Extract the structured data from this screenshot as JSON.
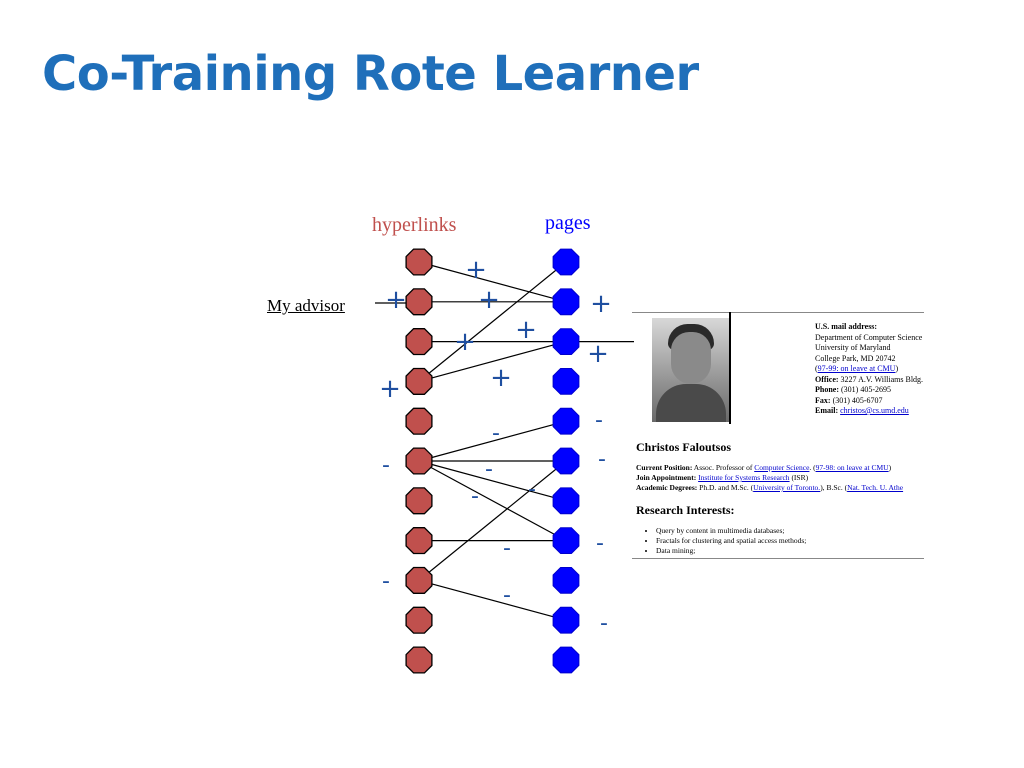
{
  "slide": {
    "title": "Co-Training Rote Learner"
  },
  "diagram": {
    "hyperlinks_label": "hyperlinks",
    "pages_label": "pages",
    "advisor_link": "My advisor",
    "hyperlink_color": "#c0504d",
    "page_color": "#0000ff",
    "hyperlink_count": 11,
    "page_count": 11,
    "sign_color": "#1f4fa0",
    "positive_label": "+",
    "negative_label": "-"
  },
  "homepage": {
    "address_heading": "U.S. mail address:",
    "address_lines": [
      "Department of Computer Science",
      "University of Maryland",
      "College Park, MD 20742"
    ],
    "address_link": "97-99: on leave at CMU",
    "office_label": "Office:",
    "office": "3227 A.V. Williams Bldg.",
    "phone_label": "Phone:",
    "phone": "(301) 405-2695",
    "fax_label": "Fax:",
    "fax": "(301) 405-6707",
    "email_label": "Email:",
    "email": "christos@cs.umd.edu",
    "name": "Christos Faloutsos",
    "position_label": "Current Position:",
    "position_text": "Assoc. Professor of",
    "position_link": "Computer Science",
    "position_link2": "97-98: on leave at CMU",
    "joint_label": "Join Appointment:",
    "joint_link": "Institute for Systems Research",
    "joint_suffix": "(ISR)",
    "degrees_label": "Academic Degrees:",
    "degrees_text": "Ph.D. and M.Sc.",
    "degrees_link": "University of Toronto.",
    "degrees_mid": "B.Sc.",
    "degrees_link2": "Nat. Tech. U. Athe",
    "research_heading": "Research Interests:",
    "interests": [
      "Query by content in multimedia databases;",
      "Fractals for clustering and spatial access methods;",
      "Data mining;"
    ]
  }
}
